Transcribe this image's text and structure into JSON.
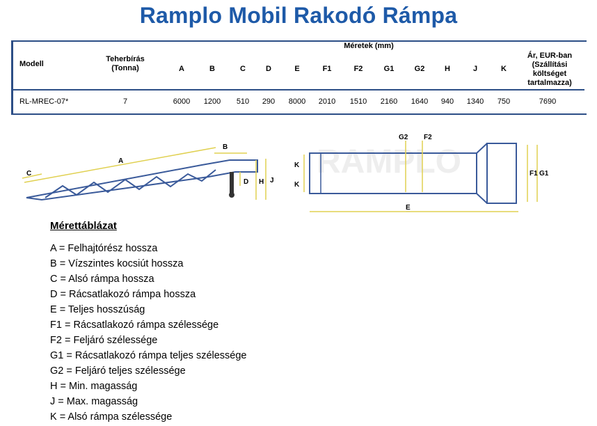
{
  "title": "Ramplo Mobil Rakodó Rámpa",
  "table": {
    "col_model": "Modell",
    "col_capacity": "Teherbírás\n(Tonna)",
    "dimensions_header": "Méretek (mm)",
    "dimension_cols": [
      "A",
      "B",
      "C",
      "D",
      "E",
      "F1",
      "F2",
      "G1",
      "G2",
      "H",
      "J",
      "K"
    ],
    "col_price": "Ár, EUR-ban\n(Szállítási\nköltséget\ntartalmazza)",
    "row": {
      "model": "RL-MREC-07*",
      "capacity": "7",
      "dimensions": [
        "6000",
        "1200",
        "510",
        "290",
        "8000",
        "2010",
        "1510",
        "2160",
        "1640",
        "940",
        "1340",
        "750"
      ],
      "price": "7690"
    }
  },
  "diagram": {
    "side_labels": [
      "A",
      "B",
      "C",
      "D",
      "H",
      "J"
    ],
    "top_labels": [
      "G2",
      "F2",
      "K",
      "K",
      "E",
      "F1",
      "G1"
    ],
    "watermark": "RAMPLO"
  },
  "legend": {
    "title": "Mérettáblázat",
    "items": [
      "A = Felhajtórész hossza",
      "B = Vízszintes kocsiút hossza",
      "C = Alsó rámpa hossza",
      "D = Rácsatlakozó rámpa hossza",
      "E = Teljes hosszúság",
      "F1 = Rácsatlakozó rámpa szélessége",
      "F2 = Feljáró szélessége",
      "G1 = Rácsatlakozó rámpa teljes szélessége",
      "G2 = Feljáró teljes szélessége",
      "H = Min. magasság",
      "J = Max. magasság",
      "K = Alsó rámpa szélessége"
    ]
  },
  "colors": {
    "title": "#1e5aa8",
    "frame": "#2c4e86",
    "dimension_line": "#e0d050"
  }
}
